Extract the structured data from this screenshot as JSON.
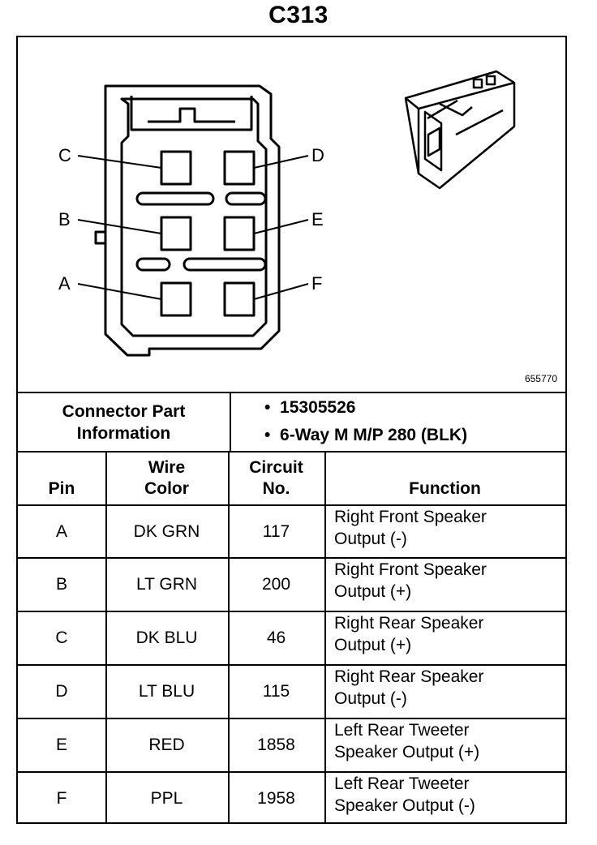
{
  "connector_title": "C313",
  "figure_number": "655770",
  "diagram_labels": {
    "C": "C",
    "D": "D",
    "B": "B",
    "E": "E",
    "A": "A",
    "F": "F"
  },
  "part_info": {
    "label_line1": "Connector Part",
    "label_line2": "Information",
    "part_number": "15305526",
    "description": "6-Way M M/P 280 (BLK)",
    "bullet": "•"
  },
  "table": {
    "headers": {
      "pin": "Pin",
      "wire_color_line1": "Wire",
      "wire_color_line2": "Color",
      "circuit_line1": "Circuit",
      "circuit_line2": "No.",
      "function": "Function"
    },
    "rows": [
      {
        "pin": "A",
        "color": "DK GRN",
        "circuit": "117",
        "function_line1": "Right Front Speaker",
        "function_line2": "Output (-)"
      },
      {
        "pin": "B",
        "color": "LT GRN",
        "circuit": "200",
        "function_line1": "Right Front Speaker",
        "function_line2": "Output (+)"
      },
      {
        "pin": "C",
        "color": "DK BLU",
        "circuit": "46",
        "function_line1": "Right Rear Speaker",
        "function_line2": "Output (+)"
      },
      {
        "pin": "D",
        "color": "LT BLU",
        "circuit": "115",
        "function_line1": "Right Rear Speaker",
        "function_line2": "Output (-)"
      },
      {
        "pin": "E",
        "color": "RED",
        "circuit": "1858",
        "function_line1": "Left Rear Tweeter",
        "function_line2": "Speaker Output (+)"
      },
      {
        "pin": "F",
        "color": "PPL",
        "circuit": "1958",
        "function_line1": "Left Rear Tweeter",
        "function_line2": "Speaker Output (-)"
      }
    ]
  }
}
